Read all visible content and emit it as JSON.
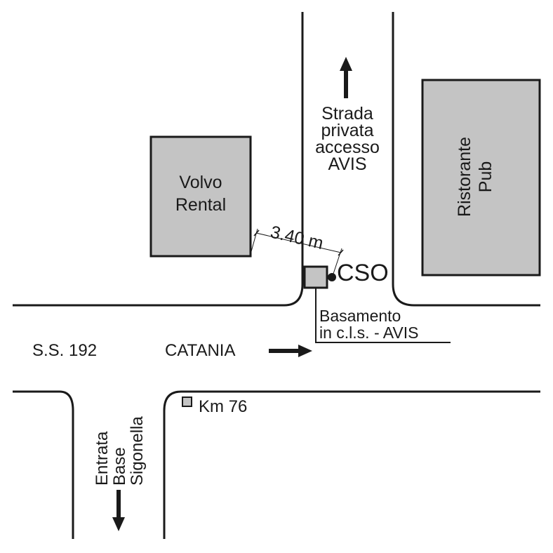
{
  "colors": {
    "building_fill": "#c4c4c4",
    "line": "#1a1a1a",
    "background": "#ffffff"
  },
  "buildings": {
    "volvo": [
      "Volvo",
      "Rental"
    ],
    "ristorante": [
      "Ristorante",
      "Pub"
    ]
  },
  "labels": {
    "private_road": [
      "Strada",
      "privata",
      "accesso",
      "AVIS"
    ],
    "distance": "3.40 m",
    "cso": "CSO",
    "basamento": [
      "Basamento",
      "in c.l.s. - AVIS"
    ],
    "highway": "S.S. 192",
    "direction_catania": "CATANIA",
    "km_marker": "Km 76",
    "base_entrance": [
      "Entrata",
      "Base",
      "Sigonella"
    ]
  },
  "icons": {
    "north_arrow": "arrow-up",
    "catania_arrow": "arrow-right",
    "sigonella_arrow": "arrow-down"
  }
}
